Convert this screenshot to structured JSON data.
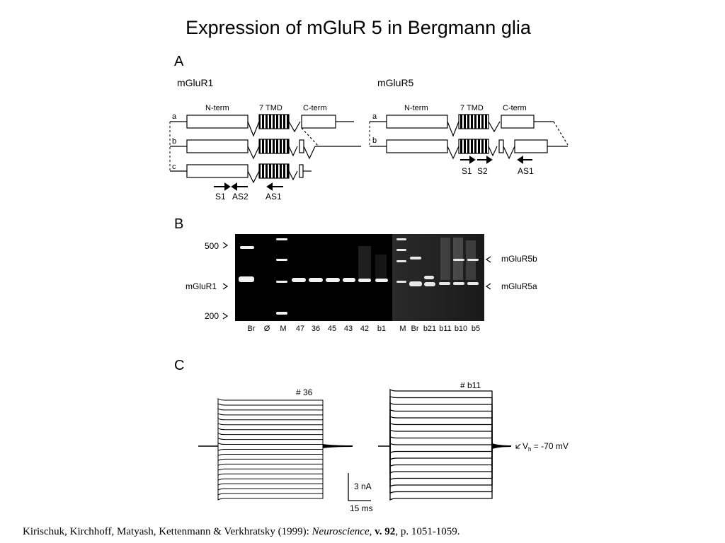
{
  "title": "Expression of mGluR 5 in Bergmann glia",
  "panels": {
    "a": "A",
    "b": "B",
    "c": "C"
  },
  "panel_a": {
    "left_title": "mGluR1",
    "right_title": "mGluR5",
    "n_term": "N-term",
    "tmd": "7 TMD",
    "c_term": "C-term",
    "rows_left": [
      "a",
      "b",
      "c"
    ],
    "rows_right": [
      "a",
      "b"
    ],
    "primers_left": [
      "S1",
      "AS2",
      "AS1"
    ],
    "primers_right": [
      "S1",
      "S2",
      "AS1"
    ]
  },
  "panel_b": {
    "left_labels": [
      "500",
      "mGluR1",
      "200"
    ],
    "right_labels": [
      "mGluR5b",
      "mGluR5a"
    ],
    "lanes_left": [
      "Br",
      "Ø",
      "M",
      "47",
      "36",
      "45",
      "43",
      "42",
      "b1"
    ],
    "lanes_right": [
      "M",
      "Br",
      "b21",
      "b11",
      "b10",
      "b5"
    ]
  },
  "panel_c": {
    "left_cell": "# 36",
    "right_cell": "# b11",
    "holding_v": "V",
    "holding_sub": "h",
    "holding_value": " = -70 mV",
    "scale_current": "3 nA",
    "scale_time": "15 ms"
  },
  "citation": {
    "authors": "Kirischuk, Kirchhoff, Matyash, Kettenmann & Verkhratsky (1999): ",
    "journal": "Neuroscience",
    "sep": ", ",
    "volume": "v. 92",
    "pages": ", p. 1051-1059."
  }
}
